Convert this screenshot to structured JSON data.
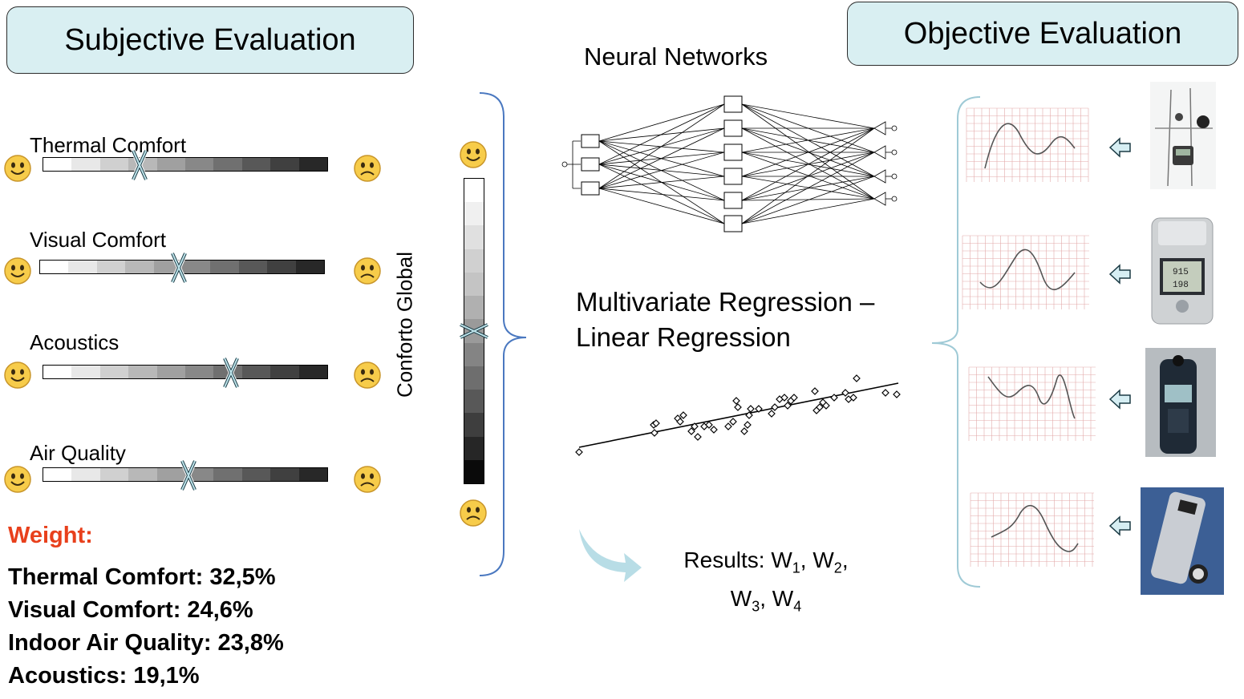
{
  "titles": {
    "subjective": "Subjective Evaluation",
    "objective": "Objective Evaluation"
  },
  "scales": [
    {
      "label": "Thermal Comfort",
      "value": 0.34
    },
    {
      "label": "Visual Comfort",
      "value": 0.49
    },
    {
      "label": "Acoustics",
      "value": 0.66
    },
    {
      "label": "Air Quality",
      "value": 0.51
    }
  ],
  "weights": {
    "title": "Weight:",
    "lines": [
      "Thermal Comfort: 32,5%",
      "Visual Comfort: 24,6%",
      "Indoor Air Quality: 23,8%",
      "Acoustics: 19,1%"
    ]
  },
  "global": {
    "label": "Conforto Global",
    "value": 0.5
  },
  "methods": {
    "neural": "Neural Networks",
    "regression_line1": "Multivariate Regression –",
    "regression_line2": "Linear Regression",
    "results_prefix": "Results: ",
    "weight_symbol": "W",
    "results_indices": [
      "1",
      "2",
      "3",
      "4"
    ]
  },
  "icons": {
    "happy": "happy-face-icon",
    "sad": "sad-face-icon",
    "arrow": "left-arrow-icon",
    "curve_arrow": "curved-arrow-icon"
  },
  "colors": {
    "title_fill": "#d9eff2",
    "weight_title": "#e8401c",
    "brace": "#4a78c0",
    "brace_light": "#9fcad6",
    "face": "#f5c242"
  }
}
